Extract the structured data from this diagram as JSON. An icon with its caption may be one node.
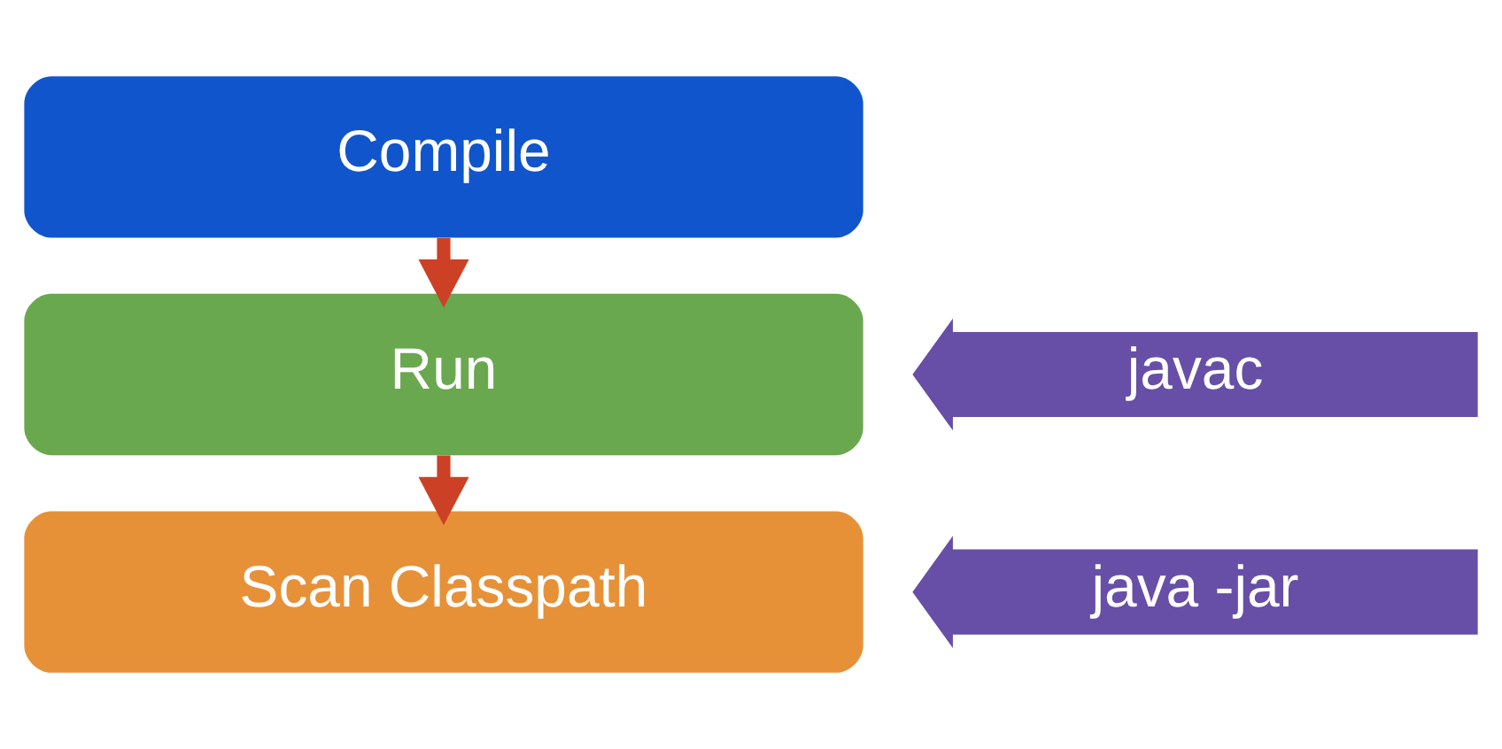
{
  "diagram": {
    "nodes": [
      {
        "text": [
          "Compile"
        ]
      },
      {
        "text": [
          "Run"
        ]
      },
      {
        "text": [
          "Scan Classpath"
        ]
      },
      {
        "text": [
          "javac"
        ]
      },
      {
        "text": [
          "java -jar"
        ]
      }
    ],
    "edges": [
      {
        "from": 0,
        "to": 1,
        "arrow": "to"
      },
      {
        "from": 1,
        "to": 2,
        "arrow": "to"
      }
    ]
  }
}
